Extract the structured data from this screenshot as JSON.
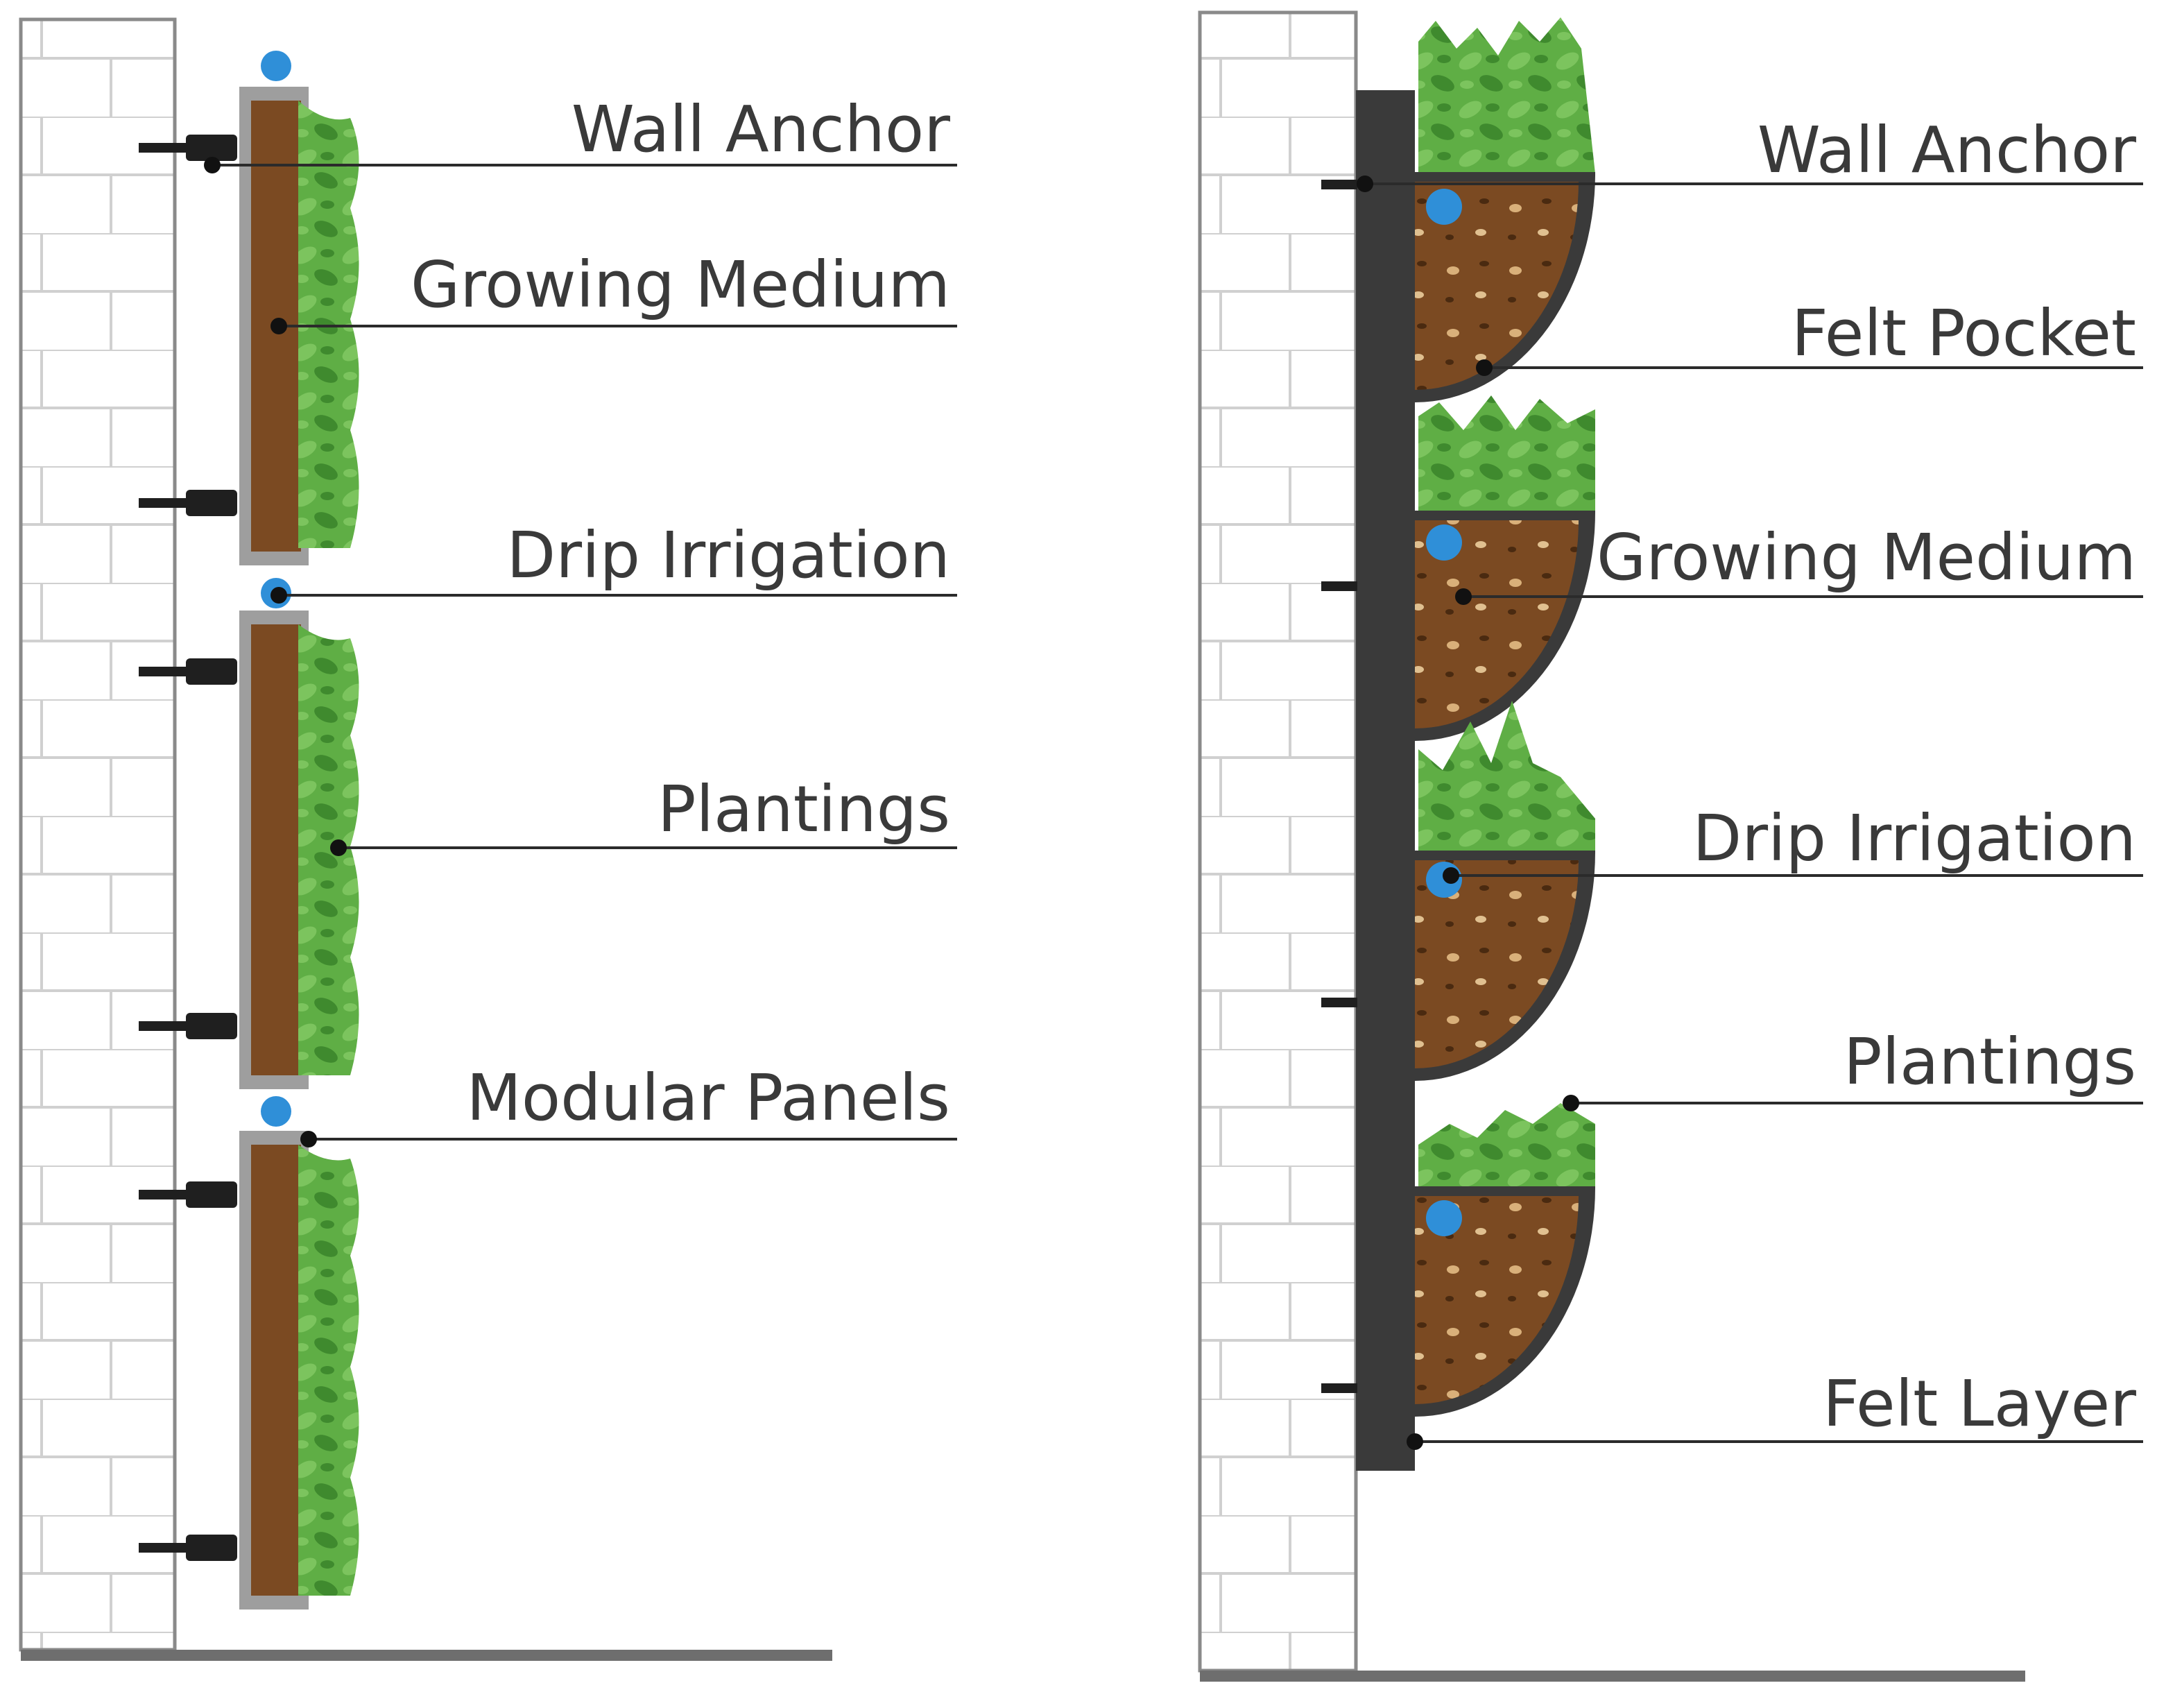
{
  "left_diagram": {
    "labels": {
      "wall_anchor": "Wall Anchor",
      "growing_medium": "Growing Medium",
      "drip_irrigation": "Drip Irrigation",
      "plantings": "Plantings",
      "modular_panels": "Modular Panels"
    }
  },
  "right_diagram": {
    "labels": {
      "wall_anchor": "Wall Anchor",
      "felt_pocket": "Felt Pocket",
      "growing_medium": "Growing Medium",
      "drip_irrigation": "Drip Irrigation",
      "plantings": "Plantings",
      "felt_layer": "Felt Layer"
    }
  },
  "colors": {
    "brick_line": "#c8c8c8",
    "wall_outline": "#8a8a8a",
    "soil": "#7b4a22",
    "panel_frame": "#9e9e9e",
    "plant": "#5fae45",
    "plant_dark": "#3f8a2e",
    "irrigation": "#2f8fd8",
    "felt": "#3a3a3a",
    "leader": "#2b2b2b"
  }
}
